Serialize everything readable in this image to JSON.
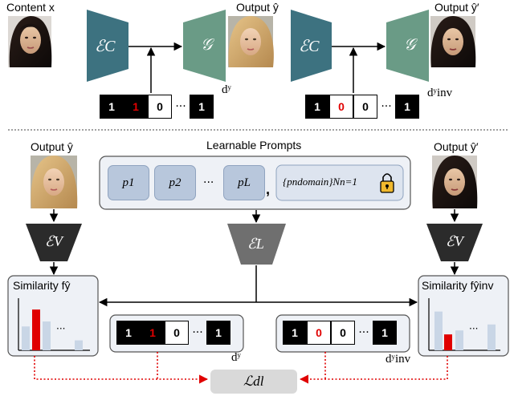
{
  "top": {
    "content_label": "Content x",
    "output_label": "Output ŷ",
    "output_prime_label": "Output ŷ′",
    "encoder_c": "ℰC",
    "generator": "𝒢",
    "code_left": [
      "1",
      "1",
      "0",
      "1"
    ],
    "code_right": [
      "1",
      "0",
      "0",
      "1"
    ],
    "dy_label": "dʸ",
    "dy_inv_label": "dʸinv",
    "ellipsis": "···"
  },
  "bottom": {
    "learnable_prompts_title": "Learnable Prompts",
    "output_label": "Output ŷ",
    "output_prime_label": "Output ŷ′",
    "prompts": [
      "p1",
      "p2",
      "pL"
    ],
    "prompt_ellipsis": "···",
    "domain_prompt": "{pndomain}Nn=1",
    "encoder_v": "ℰV",
    "encoder_l": "ℰL",
    "similarity_left": "Similarity fŷ",
    "similarity_right": "Similarity fŷinv",
    "loss_label": "ℒdl",
    "code_left": [
      "1",
      "1",
      "0",
      "1"
    ],
    "code_right": [
      "1",
      "0",
      "0",
      "1"
    ],
    "dy_label": "dʸ",
    "dy_inv_label": "dʸinv",
    "ellipsis": "···"
  },
  "colors": {
    "encoder_c": "#3d7280",
    "generator": "#6a9b86",
    "encoder_dark": "#2b2b2b",
    "encoder_l": "#6f6f6f",
    "bar_light": "#c9d6e6",
    "bar_red": "#e00000",
    "loss_box": "#d9d9d9",
    "prompt_fill": "#b8c7dc",
    "panel_fill": "#eef1f6"
  },
  "chart_data": [
    {
      "type": "bar",
      "name": "similarity-left",
      "values": [
        0.48,
        0.82,
        0.58,
        0.2
      ],
      "highlight_index": 1,
      "has_gap_ellipsis": true
    },
    {
      "type": "bar",
      "name": "similarity-right",
      "values": [
        0.78,
        0.32,
        0.4,
        0.52
      ],
      "highlight_index": 1,
      "has_gap_ellipsis": true
    }
  ]
}
